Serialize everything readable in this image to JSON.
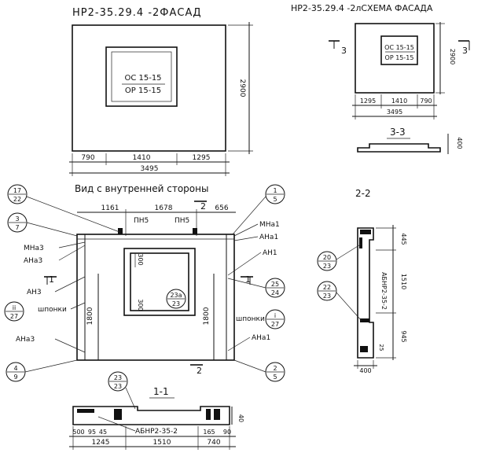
{
  "facade": {
    "title": "НР2-35.29.4 -2ФАСАД",
    "window_label_top": "ОС 15-15",
    "window_label_bottom": "ОР 15-15",
    "dim_height": "2900",
    "dim_segments": [
      "790",
      "1410",
      "1295"
    ],
    "dim_total": "3495"
  },
  "scheme": {
    "title": "НР2-35.29.4 -2лСХЕМА ФАСАДА",
    "window_label_top": "ОС 15-15",
    "window_label_bottom": "ОР 15-15",
    "dim_height": "2900",
    "dim_segments": [
      "1295",
      "1410",
      "790"
    ],
    "dim_total": "3495",
    "section_left": "3",
    "section_right": "3",
    "section_title": "3-3",
    "section_dim": "400"
  },
  "inner_view": {
    "title": "Вид с внутренней стороны",
    "dim_top": [
      "1161",
      "1678",
      "656"
    ],
    "pn_labels": [
      "ПН5",
      "ПН5"
    ],
    "section_marker_top": "2",
    "section_marker_bottom": "2",
    "section_marker_left": "1",
    "section_marker_right": "1",
    "dim_window_offset_top": "300",
    "dim_window_offset_bottom": "300",
    "dim_left_height": "1800",
    "dim_right_height": "1800",
    "labels_left": [
      "МНа3",
      "АНа3",
      "АН3",
      "шпонки",
      "АНа3"
    ],
    "labels_right": [
      "МНа1",
      "АНа1",
      "АН1",
      "шпонки",
      "АНа1"
    ],
    "callouts": [
      {
        "top": "17",
        "bottom": "22"
      },
      {
        "top": "3",
        "bottom": "7"
      },
      {
        "top": "ii",
        "bottom": "27"
      },
      {
        "top": "4",
        "bottom": "9"
      },
      {
        "top": "1",
        "bottom": "5"
      },
      {
        "top": "25",
        "bottom": "24"
      },
      {
        "top": "i",
        "bottom": "27"
      },
      {
        "top": "2",
        "bottom": "5"
      },
      {
        "top": "23а",
        "bottom": "23"
      }
    ]
  },
  "section_1_1": {
    "title": "1-1",
    "callout_top": "23",
    "callout_bottom": "23",
    "label": "АБНР2-35-2",
    "dims_small": [
      "500",
      "95",
      "45",
      "165",
      "90",
      "40"
    ],
    "dims_main": [
      "1245",
      "1510",
      "740"
    ]
  },
  "section_2_2": {
    "title": "2-2",
    "label": "АБНР2-35-2",
    "callout_a_top": "20",
    "callout_a_bottom": "23",
    "callout_b_top": "22",
    "callout_b_bottom": "23",
    "dims_right": [
      "445",
      "1510",
      "945"
    ],
    "dim_small": "25",
    "dim_bottom": "400"
  }
}
